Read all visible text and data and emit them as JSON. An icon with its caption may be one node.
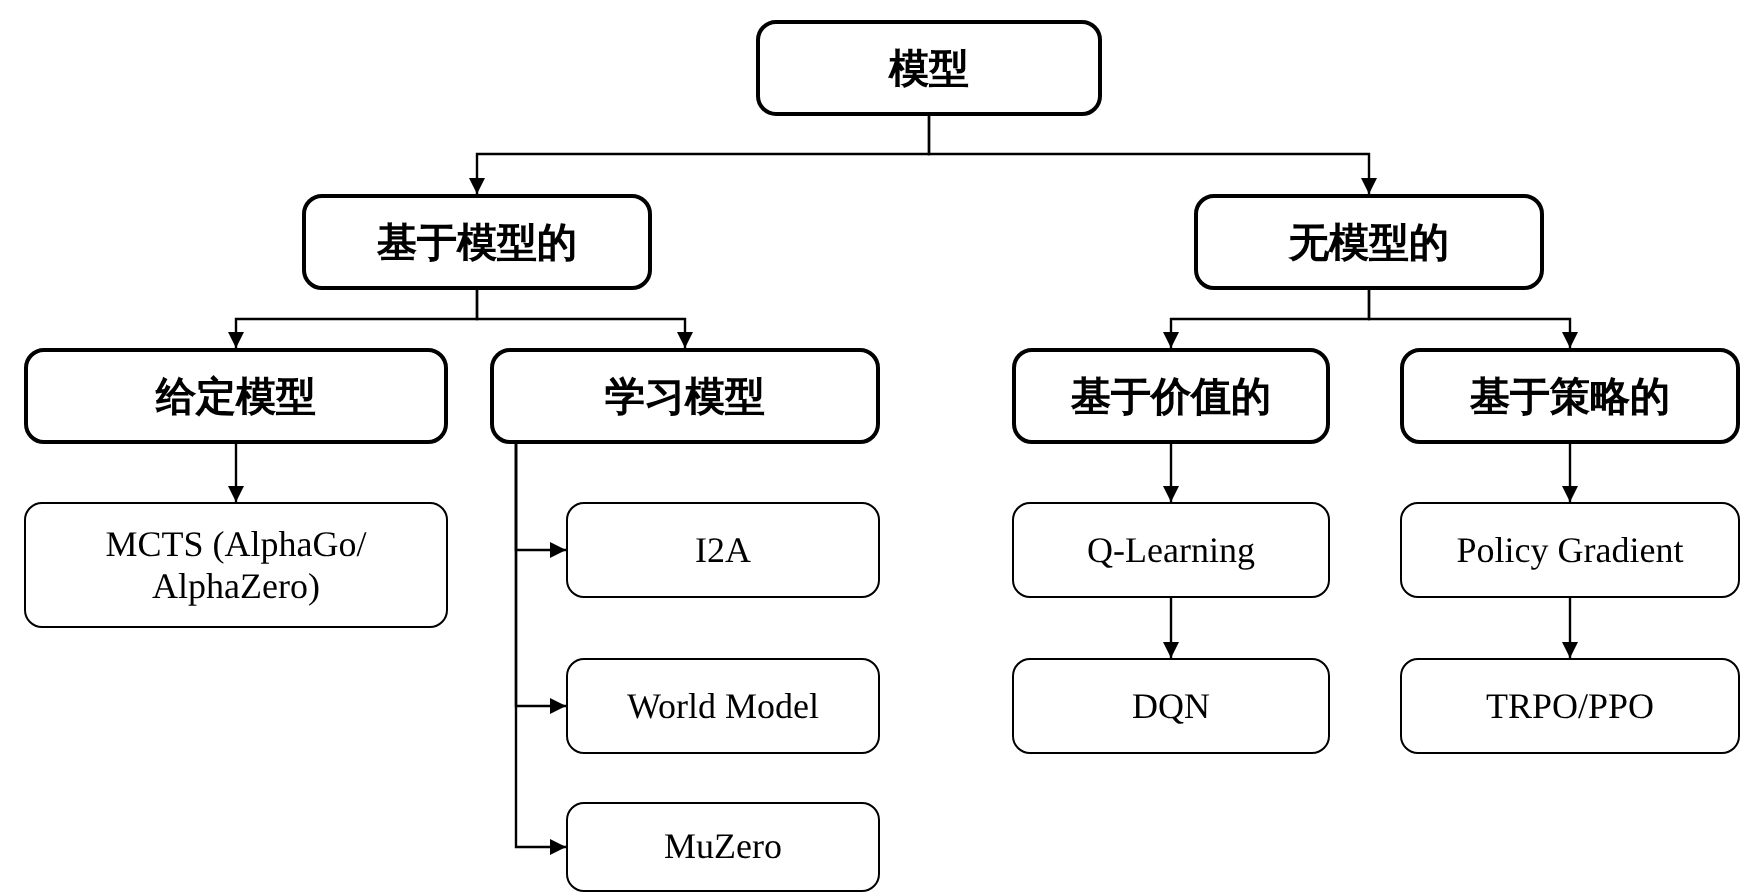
{
  "diagram": {
    "nodes": [
      {
        "text": [
          "模型"
        ]
      },
      {
        "text": [
          "基于模型的"
        ]
      },
      {
        "text": [
          "无模型的"
        ]
      },
      {
        "text": [
          "给定模型"
        ]
      },
      {
        "text": [
          "学习模型"
        ]
      },
      {
        "text": [
          "基于价值的"
        ]
      },
      {
        "text": [
          "基于策略的"
        ]
      },
      {
        "text": [
          "MCTS (AlphaGo/ AlphaZero)"
        ]
      },
      {
        "text": [
          "I2A"
        ]
      },
      {
        "text": [
          "World Model"
        ]
      },
      {
        "text": [
          "MuZero"
        ]
      },
      {
        "text": [
          "Q-Learning"
        ]
      },
      {
        "text": [
          "DQN"
        ]
      },
      {
        "text": [
          "Policy Gradient"
        ]
      },
      {
        "text": [
          "TRPO/PPO"
        ]
      }
    ],
    "edges": [
      {
        "from": 0,
        "to": 1,
        "arrow": "to"
      },
      {
        "from": 0,
        "to": 2,
        "arrow": "to"
      },
      {
        "from": 1,
        "to": 3,
        "arrow": "to"
      },
      {
        "from": 1,
        "to": 4,
        "arrow": "to"
      },
      {
        "from": 2,
        "to": 5,
        "arrow": "to"
      },
      {
        "from": 2,
        "to": 6,
        "arrow": "to"
      },
      {
        "from": 3,
        "to": 7,
        "arrow": "to"
      },
      {
        "from": 4,
        "to": 8,
        "arrow": "to"
      },
      {
        "from": 4,
        "to": 9,
        "arrow": "to"
      },
      {
        "from": 4,
        "to": 10,
        "arrow": "to"
      },
      {
        "from": 5,
        "to": 11,
        "arrow": "to"
      },
      {
        "from": 11,
        "to": 12,
        "arrow": "to"
      },
      {
        "from": 6,
        "to": 13,
        "arrow": "to"
      },
      {
        "from": 13,
        "to": 14,
        "arrow": "to"
      }
    ]
  }
}
